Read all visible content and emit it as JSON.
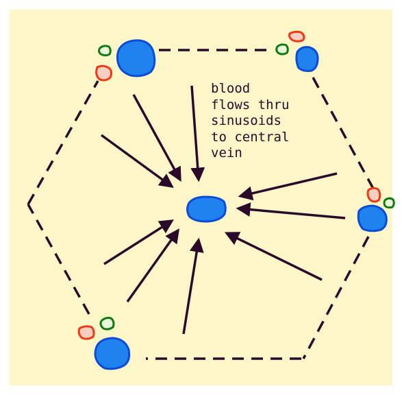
{
  "caption_lines": [
    "blood",
    "flows thru",
    "sinusoids",
    "to central",
    "vein"
  ],
  "colors": {
    "background": "#fdf6c8",
    "border": "#ffffff",
    "outline": "#2a0a2a",
    "vein_fill": "#1f82ef",
    "vein_stroke": "#0a4cd6",
    "artery_stroke": "#ee3a12",
    "artery_fill": "#f9cfc2",
    "bile_duct_stroke": "#137a13",
    "bile_duct_fill": "#e9f8d9",
    "arrow": "#2a0a2a"
  },
  "icons": [
    "central-vein-icon",
    "portal-vein-icon",
    "hepatic-artery-icon",
    "bile-duct-icon",
    "flow-arrow-icon"
  ]
}
